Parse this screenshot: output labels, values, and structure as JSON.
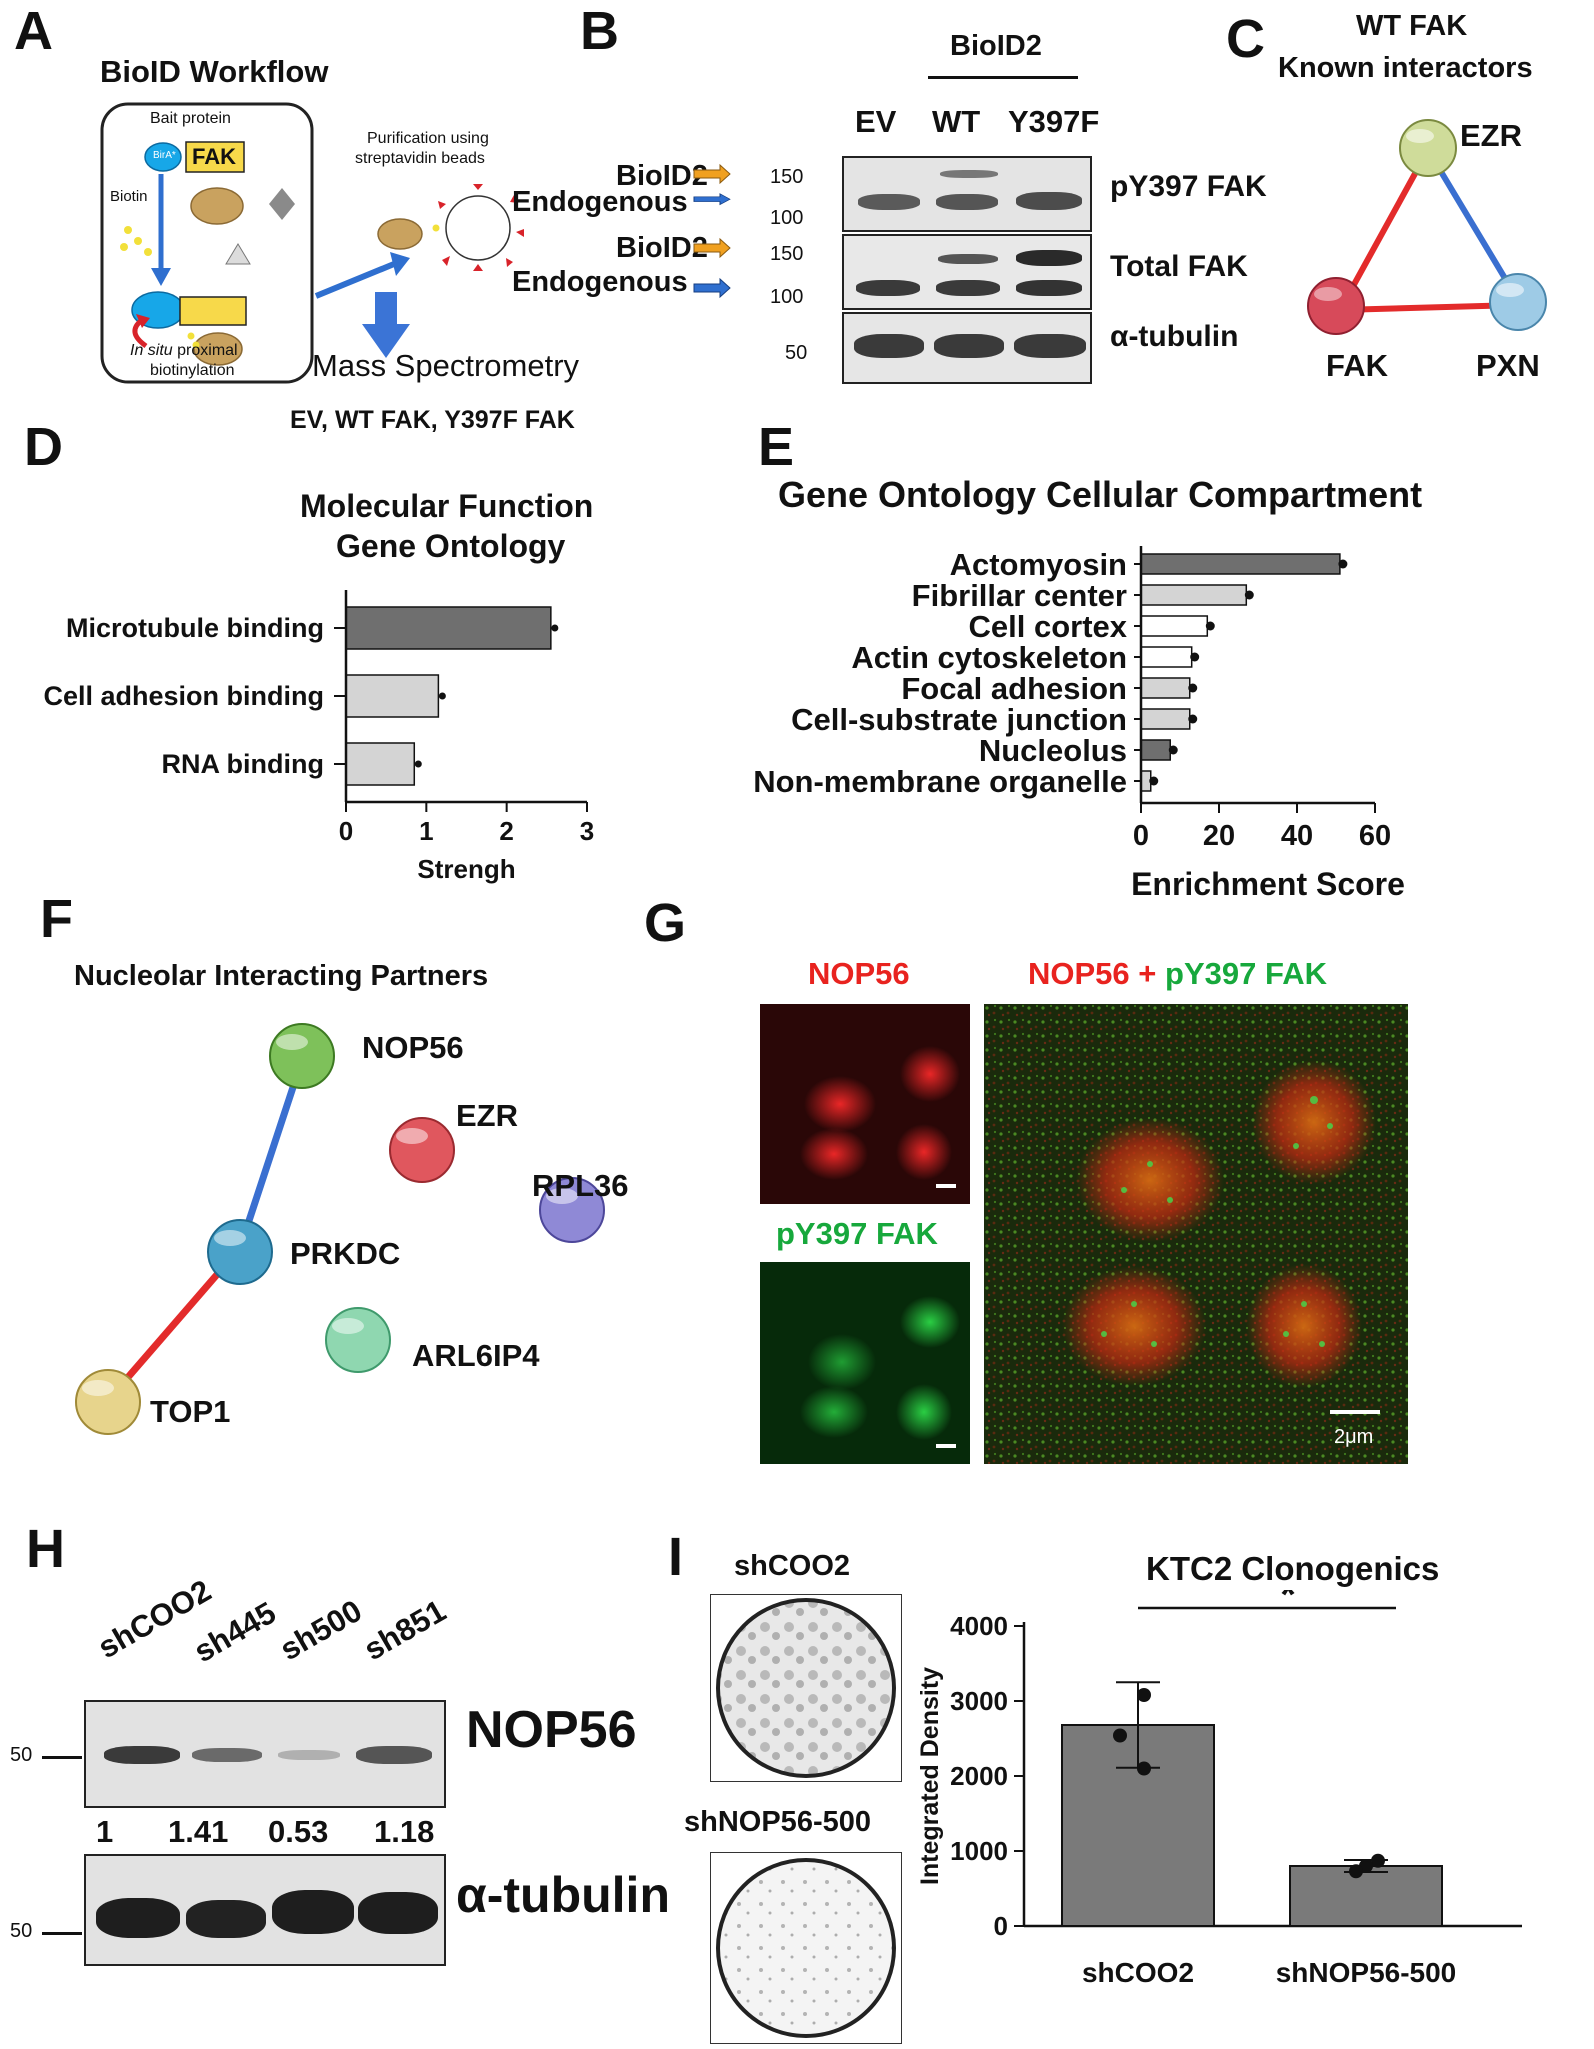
{
  "panels": {
    "A": {
      "letter": "A",
      "title": "BioID Workflow",
      "bait_label": "Bait protein",
      "birA_label": "BirA*",
      "fak_label": "FAK",
      "biotin_label": "Biotin",
      "insitu_label_italic": "In situ",
      "insitu_label_rest": " proximal",
      "insitu_label_line2": "biotinylation",
      "purification_line1": "Purification using",
      "purification_line2": "streptavidin beads",
      "mass_spec": "Mass Spectrometry",
      "conditions": "EV, WT FAK, Y397F FAK"
    },
    "B": {
      "letter": "B",
      "group_label": "BioID2",
      "lanes": [
        "EV",
        "WT",
        "Y397F"
      ],
      "rows": [
        {
          "label": "pY397 FAK",
          "markers": [
            "150",
            "100"
          ],
          "arrow_labels": [
            "BioID2",
            "Endogenous"
          ]
        },
        {
          "label": "Total FAK",
          "markers": [
            "150",
            "100"
          ],
          "arrow_labels": [
            "BioID2",
            "Endogenous"
          ]
        },
        {
          "label": "α-tubulin",
          "markers": [
            "50"
          ],
          "arrow_labels": []
        }
      ]
    },
    "C": {
      "letter": "C",
      "title_line1": "WT FAK",
      "title_line2": "Known interactors",
      "nodes": [
        "EZR",
        "FAK",
        "PXN"
      ]
    },
    "D": {
      "letter": "D",
      "title_line1": "Molecular Function",
      "title_line2": "Gene Ontology"
    },
    "E": {
      "letter": "E",
      "title": "Gene Ontology Cellular Compartment"
    },
    "F": {
      "letter": "F",
      "title": "Nucleolar Interacting Partners",
      "nodes": [
        "NOP56",
        "EZR",
        "RPL36",
        "PRKDC",
        "ARL6IP4",
        "TOP1"
      ]
    },
    "G": {
      "letter": "G",
      "label_nop56": "NOP56",
      "label_merge_red": "NOP56",
      "label_merge_plus": " + ",
      "label_merge_green": "pY397 FAK",
      "label_pfak": "pY397 FAK",
      "scale_bar": "2μm"
    },
    "H": {
      "letter": "H",
      "lanes": [
        "shCOO2",
        "sh445",
        "sh500",
        "sh851"
      ],
      "quant": [
        "1",
        "1.41",
        "0.53",
        "1.18"
      ],
      "row_labels": [
        "NOP56",
        "α-tubulin"
      ],
      "markers": [
        "50",
        "50"
      ]
    },
    "I": {
      "letter": "I",
      "well_labels": [
        "shCOO2",
        "shNOP56-500"
      ]
    }
  },
  "colors": {
    "red": "#e8231f",
    "green": "#17a83c",
    "blue_line": "#3a6fd0",
    "red_line": "#e32b2b",
    "bar_dark": "#6f6f6f",
    "bar_light": "#d4d4d4",
    "bar_white": "#ffffff",
    "arrow_orange": "#f0a020",
    "arrow_blue": "#2f6fcf"
  },
  "chart_data": [
    {
      "id": "D",
      "type": "bar",
      "orientation": "horizontal",
      "title": "Molecular Function Gene Ontology",
      "categories": [
        "Microtubule binding",
        "Cell adhesion binding",
        "RNA binding"
      ],
      "values": [
        2.55,
        1.15,
        0.85
      ],
      "xlabel": "Strengh",
      "ylabel": "",
      "xlim": [
        0,
        3
      ],
      "xticks": [
        "0",
        "1",
        "2",
        "3"
      ]
    },
    {
      "id": "E",
      "type": "bar",
      "orientation": "horizontal",
      "title": "Gene Ontology Cellular Compartment",
      "categories": [
        "Actomyosin",
        "Fibrillar center",
        "Cell cortex",
        "Actin cytoskeleton",
        "Focal adhesion",
        "Cell-substrate junction",
        "Nucleolus",
        "Non-membrane organelle"
      ],
      "values": [
        51,
        27,
        17,
        13,
        12.5,
        12.5,
        7.5,
        2.5
      ],
      "xlabel": "Enrichment Score",
      "ylabel": "",
      "xlim": [
        0,
        60
      ],
      "xticks": [
        "0",
        "20",
        "40",
        "60"
      ]
    },
    {
      "id": "I",
      "type": "bar",
      "title": "KTC2 Clonogenics",
      "categories": [
        "shCOO2",
        "shNOP56-500"
      ],
      "values": [
        2680,
        800
      ],
      "errors": [
        570,
        80
      ],
      "points": [
        [
          3080,
          2540,
          2100
        ],
        [
          870,
          800,
          730
        ]
      ],
      "xlabel": "",
      "ylabel": "Integrated Density",
      "ylim": [
        0,
        4000
      ],
      "yticks": [
        "0",
        "1000",
        "2000",
        "3000",
        "4000"
      ],
      "significance": "*"
    }
  ]
}
